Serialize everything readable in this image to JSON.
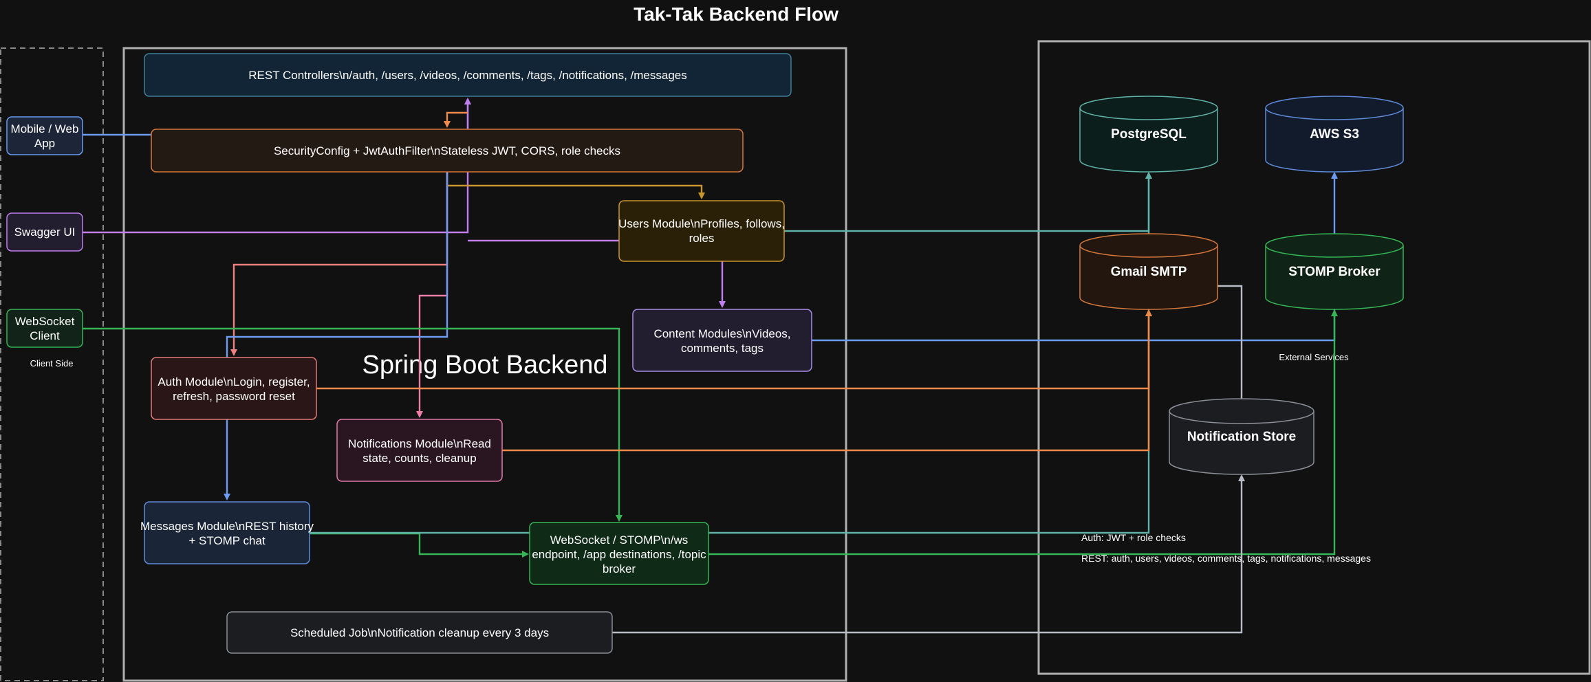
{
  "title": "Tak-Tak Backend Flow",
  "colors": {
    "background": "#111111",
    "blue": "#6b9cf2",
    "orange": "#f08a4b",
    "purple": "#c07ef0",
    "green": "#35b556",
    "teal": "#5fb3a8",
    "pink": "#f07ca8",
    "salmon": "#f08080",
    "amber": "#c9962e",
    "gray": "#b8bcc4"
  },
  "groups": {
    "client": "Client Side",
    "backend": "Spring Boot Backend",
    "external": "External Services"
  },
  "clients": {
    "mobile_line1": "Mobile / Web",
    "mobile_line2": "App",
    "swagger": "Swagger UI",
    "ws_line1": "WebSocket",
    "ws_line2": "Client"
  },
  "modules": {
    "rest": "REST Controllers\\n/auth, /users, /videos, /comments, /tags, /notifications, /messages",
    "security": "SecurityConfig + JwtAuthFilter\\nStateless JWT, CORS, role checks",
    "users_line1": "Users Module\\nProfiles, follows,",
    "users_line2": "roles",
    "content_line1": "Content Modules\\nVideos,",
    "content_line2": "comments, tags",
    "auth_line1": "Auth Module\\nLogin, register,",
    "auth_line2": "refresh, password reset",
    "notifications_line1": "Notifications Module\\nRead",
    "notifications_line2": "state, counts, cleanup",
    "messages_line1": "Messages Module\\nREST history",
    "messages_line2": "+ STOMP chat",
    "websocket_line1": "WebSocket / STOMP\\n/ws",
    "websocket_line2": "endpoint, /app destinations, /topic",
    "websocket_line3": "broker",
    "scheduled": "Scheduled Job\\nNotification cleanup every 3 days"
  },
  "stores": {
    "postgres": "PostgreSQL",
    "s3": "AWS S3",
    "smtp": "Gmail SMTP",
    "stomp": "STOMP Broker",
    "notif_store": "Notification Store"
  },
  "edge_labels": {
    "auth": "Auth: JWT + role checks",
    "rest": "REST: auth, users, videos, comments, tags, notifications, messages"
  }
}
